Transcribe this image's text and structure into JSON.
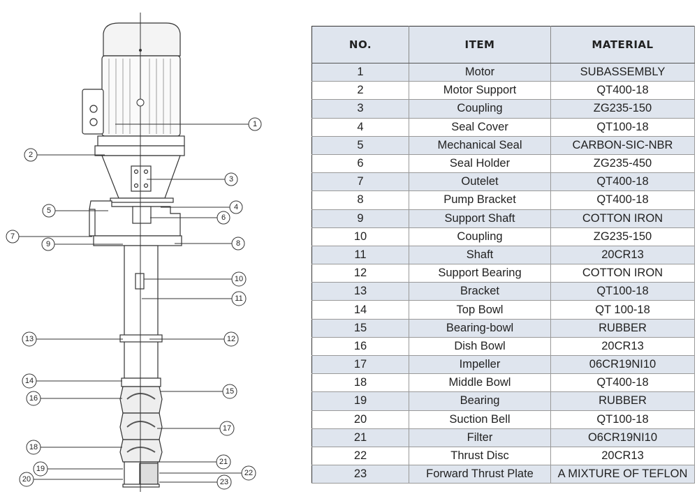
{
  "table": {
    "headers": [
      "NO.",
      "ITEM",
      "MATERIAL"
    ],
    "rows": [
      {
        "no": "1",
        "item": "Motor",
        "material": "SUBASSEMBLY"
      },
      {
        "no": "2",
        "item": "Motor Support",
        "material": "QT400-18"
      },
      {
        "no": "3",
        "item": "Coupling",
        "material": "ZG235-150"
      },
      {
        "no": "4",
        "item": "Seal Cover",
        "material": "QT100-18"
      },
      {
        "no": "5",
        "item": "Mechanical Seal",
        "material": "CARBON-SIC-NBR"
      },
      {
        "no": "6",
        "item": "Seal Holder",
        "material": "ZG235-450"
      },
      {
        "no": "7",
        "item": "Outelet",
        "material": "QT400-18"
      },
      {
        "no": "8",
        "item": "Pump Bracket",
        "material": "QT400-18"
      },
      {
        "no": "9",
        "item": "Support Shaft",
        "material": "COTTON IRON"
      },
      {
        "no": "10",
        "item": "Coupling",
        "material": "ZG235-150"
      },
      {
        "no": "11",
        "item": "Shaft",
        "material": "20CR13"
      },
      {
        "no": "12",
        "item": "Support Bearing",
        "material": "COTTON IRON"
      },
      {
        "no": "13",
        "item": "Bracket",
        "material": "QT100-18"
      },
      {
        "no": "14",
        "item": "Top Bowl",
        "material": "QT 100-18"
      },
      {
        "no": "15",
        "item": "Bearing-bowl",
        "material": "RUBBER"
      },
      {
        "no": "16",
        "item": "Dish Bowl",
        "material": "20CR13"
      },
      {
        "no": "17",
        "item": "Impeller",
        "material": "06CR19NI10"
      },
      {
        "no": "18",
        "item": "Middle Bowl",
        "material": "QT400-18"
      },
      {
        "no": "19",
        "item": "Bearing",
        "material": "RUBBER"
      },
      {
        "no": "20",
        "item": "Suction Bell",
        "material": "QT100-18"
      },
      {
        "no": "21",
        "item": "Filter",
        "material": "O6CR19NI10"
      },
      {
        "no": "22",
        "item": "Thrust Disc",
        "material": "20CR13"
      },
      {
        "no": "23",
        "item": "Forward Thrust Plate",
        "material": "A MIXTURE OF TEFLON"
      }
    ]
  },
  "callouts": [
    "1",
    "2",
    "3",
    "4",
    "5",
    "6",
    "7",
    "8",
    "9",
    "10",
    "11",
    "12",
    "13",
    "14",
    "15",
    "16",
    "17",
    "18",
    "19",
    "20",
    "21",
    "22",
    "23"
  ],
  "colors": {
    "row_shade": "#dfe5ee",
    "line": "#333333"
  }
}
